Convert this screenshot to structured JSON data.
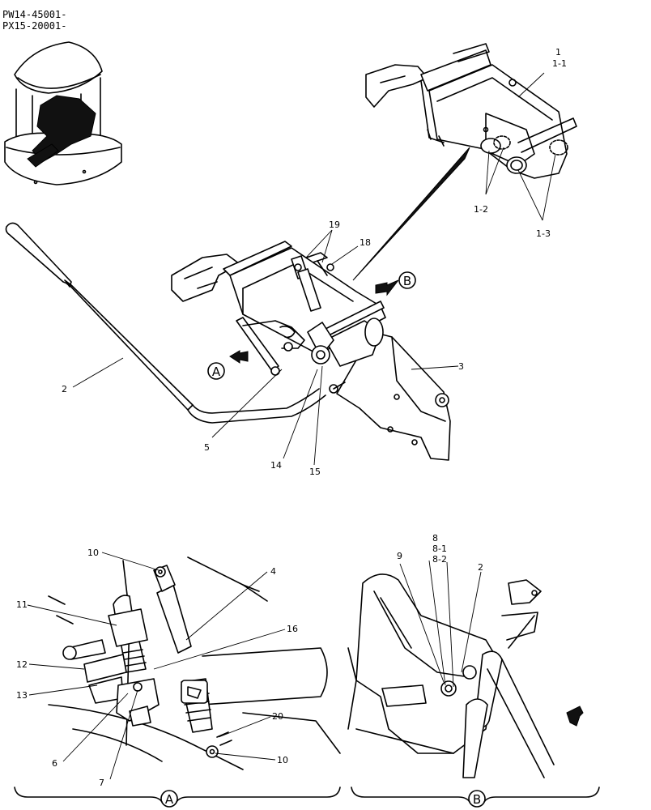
{
  "header": {
    "line1": "PW14-45001-",
    "line2": "PX15-20001-"
  },
  "callouts": {
    "c1": "1",
    "c1_1": "1-1",
    "c1_2": "1-2",
    "c1_3": "1-3",
    "c2": "2",
    "c3": "3",
    "c4": "4",
    "c5": "5",
    "c6": "6",
    "c7": "7",
    "c8": "8",
    "c8_1": "8-1",
    "c8_2": "8-2",
    "c9": "9",
    "c10a": "10",
    "c10b": "10",
    "c11": "11",
    "c12": "12",
    "c13": "13",
    "c14": "14",
    "c15": "15",
    "c16": "16",
    "c18": "18",
    "c19": "19",
    "c20": "20",
    "c2b": "2"
  },
  "views": {
    "a_arrow": "A",
    "b_arrow": "B",
    "a_caption": "A",
    "b_caption": "B"
  }
}
